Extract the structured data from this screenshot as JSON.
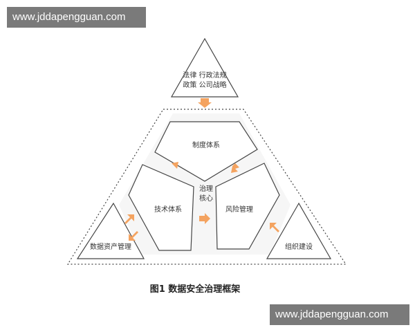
{
  "watermark_top": "www.jddapengguan.com",
  "watermark_bottom": "www.jddapengguan.com",
  "top_triangle": {
    "line1": "法律 行政法规",
    "line2": "政策 公司战略"
  },
  "center_pentagon": "制度体系",
  "left_block": "技术体系",
  "right_block": "风险管理",
  "core": {
    "line1": "治理",
    "line2": "核心"
  },
  "left_triangle": "数据资产管理",
  "right_triangle": "组织建设",
  "caption": "图1  数据安全治理框架",
  "colors": {
    "arrow": "#f4a360",
    "outline": "#444444",
    "fill_light": "#eeeeee",
    "panel": "#f6f6f6"
  }
}
